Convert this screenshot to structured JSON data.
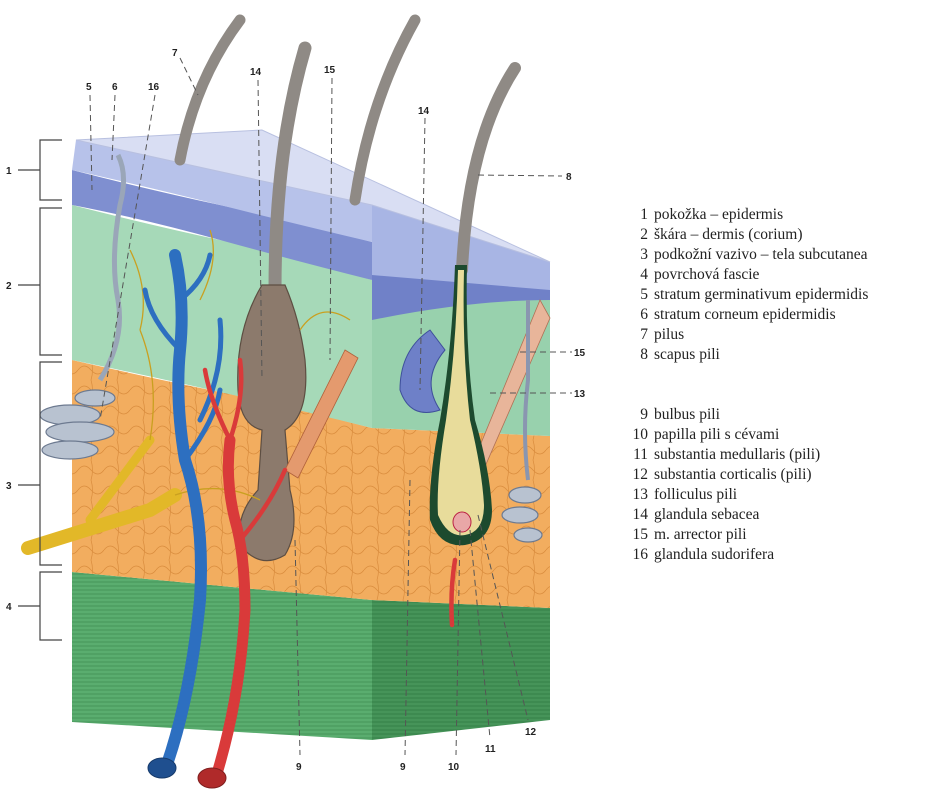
{
  "markers": [
    "1",
    "2",
    "3",
    "4",
    "5",
    "6",
    "7",
    "8",
    "9",
    "10",
    "11",
    "12",
    "13",
    "14",
    "15",
    "16"
  ],
  "legend": [
    {
      "num": "1",
      "text": "pokožka – epidermis"
    },
    {
      "num": "2",
      "text": "škára – dermis (corium)"
    },
    {
      "num": "3",
      "text": "podkožní vazivo – tela subcutanea"
    },
    {
      "num": "4",
      "text": "povrchová fascie"
    },
    {
      "num": "5",
      "text": "stratum germinativum epidermidis"
    },
    {
      "num": "6",
      "text": "stratum corneum epidermidis"
    },
    {
      "num": "7",
      "text": "pilus"
    },
    {
      "num": "8",
      "text": "scapus pili"
    },
    {
      "num": "9",
      "text": "bulbus pili"
    },
    {
      "num": "10",
      "text": "papilla pili s cévami"
    },
    {
      "num": "11",
      "text": "substantia medullaris (pili)"
    },
    {
      "num": "12",
      "text": "substantia corticalis (pili)"
    },
    {
      "num": "13",
      "text": "folliculus pili"
    },
    {
      "num": "14",
      "text": "glandula sebacea"
    },
    {
      "num": "15",
      "text": "m. arrector pili"
    },
    {
      "num": "16",
      "text": "glandula sudorifera"
    }
  ],
  "colors": {
    "epidermis": "#c9d3ef",
    "stratum_germinativum": "#7f8fd0",
    "dermis": "#a6d9b8",
    "subcutis": "#f2ad5f",
    "fascia": "#55a86c",
    "hair": "#8f8a85",
    "vein": "#2d6fc0",
    "artery": "#d93a3a",
    "nerve": "#e2b828"
  }
}
